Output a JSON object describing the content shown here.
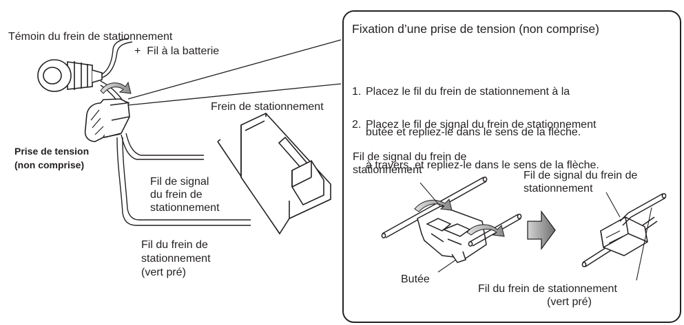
{
  "left_labels": {
    "lamp": "Témoin du frein de stationnement",
    "battery": "+  Fil à la batterie",
    "tap_line1": "Prise de tension",
    "tap_line2": "(non comprise)",
    "brake": "Frein de stationnement",
    "signal_1": "Fil de signal",
    "signal_2": "du frein de",
    "signal_3": "stationnement",
    "wire_1": "Fil du frein de",
    "wire_2": "stationnement",
    "wire_3": "(vert pré)"
  },
  "panel": {
    "title": "Fixation d’une prise de tension (non comprise)",
    "steps": [
      {
        "number": "1.",
        "line1": "Placez le fil du frein de stationnement à la",
        "line2": "butée et repliez-le dans le sens de la flèche."
      },
      {
        "number": "2.",
        "line1": "Placez le fil de signal du frein de stationnement",
        "line2": "à travers, et repliez-le dans le sens de la flèche."
      }
    ],
    "labels": {
      "signal_a_1": "Fil de signal du frein de",
      "signal_a_2": "stationnement",
      "signal_b_1": "Fil de signal du frein de",
      "signal_b_2": "stationnement",
      "stopper": "Butée",
      "wire_1": "Fil du frein de stationnement",
      "wire_2": "(vert pré)"
    }
  },
  "colors": {
    "ink": "#231f20",
    "arrow_grey": "#8a8a8a",
    "arrow_light": "#d4d4d4"
  }
}
